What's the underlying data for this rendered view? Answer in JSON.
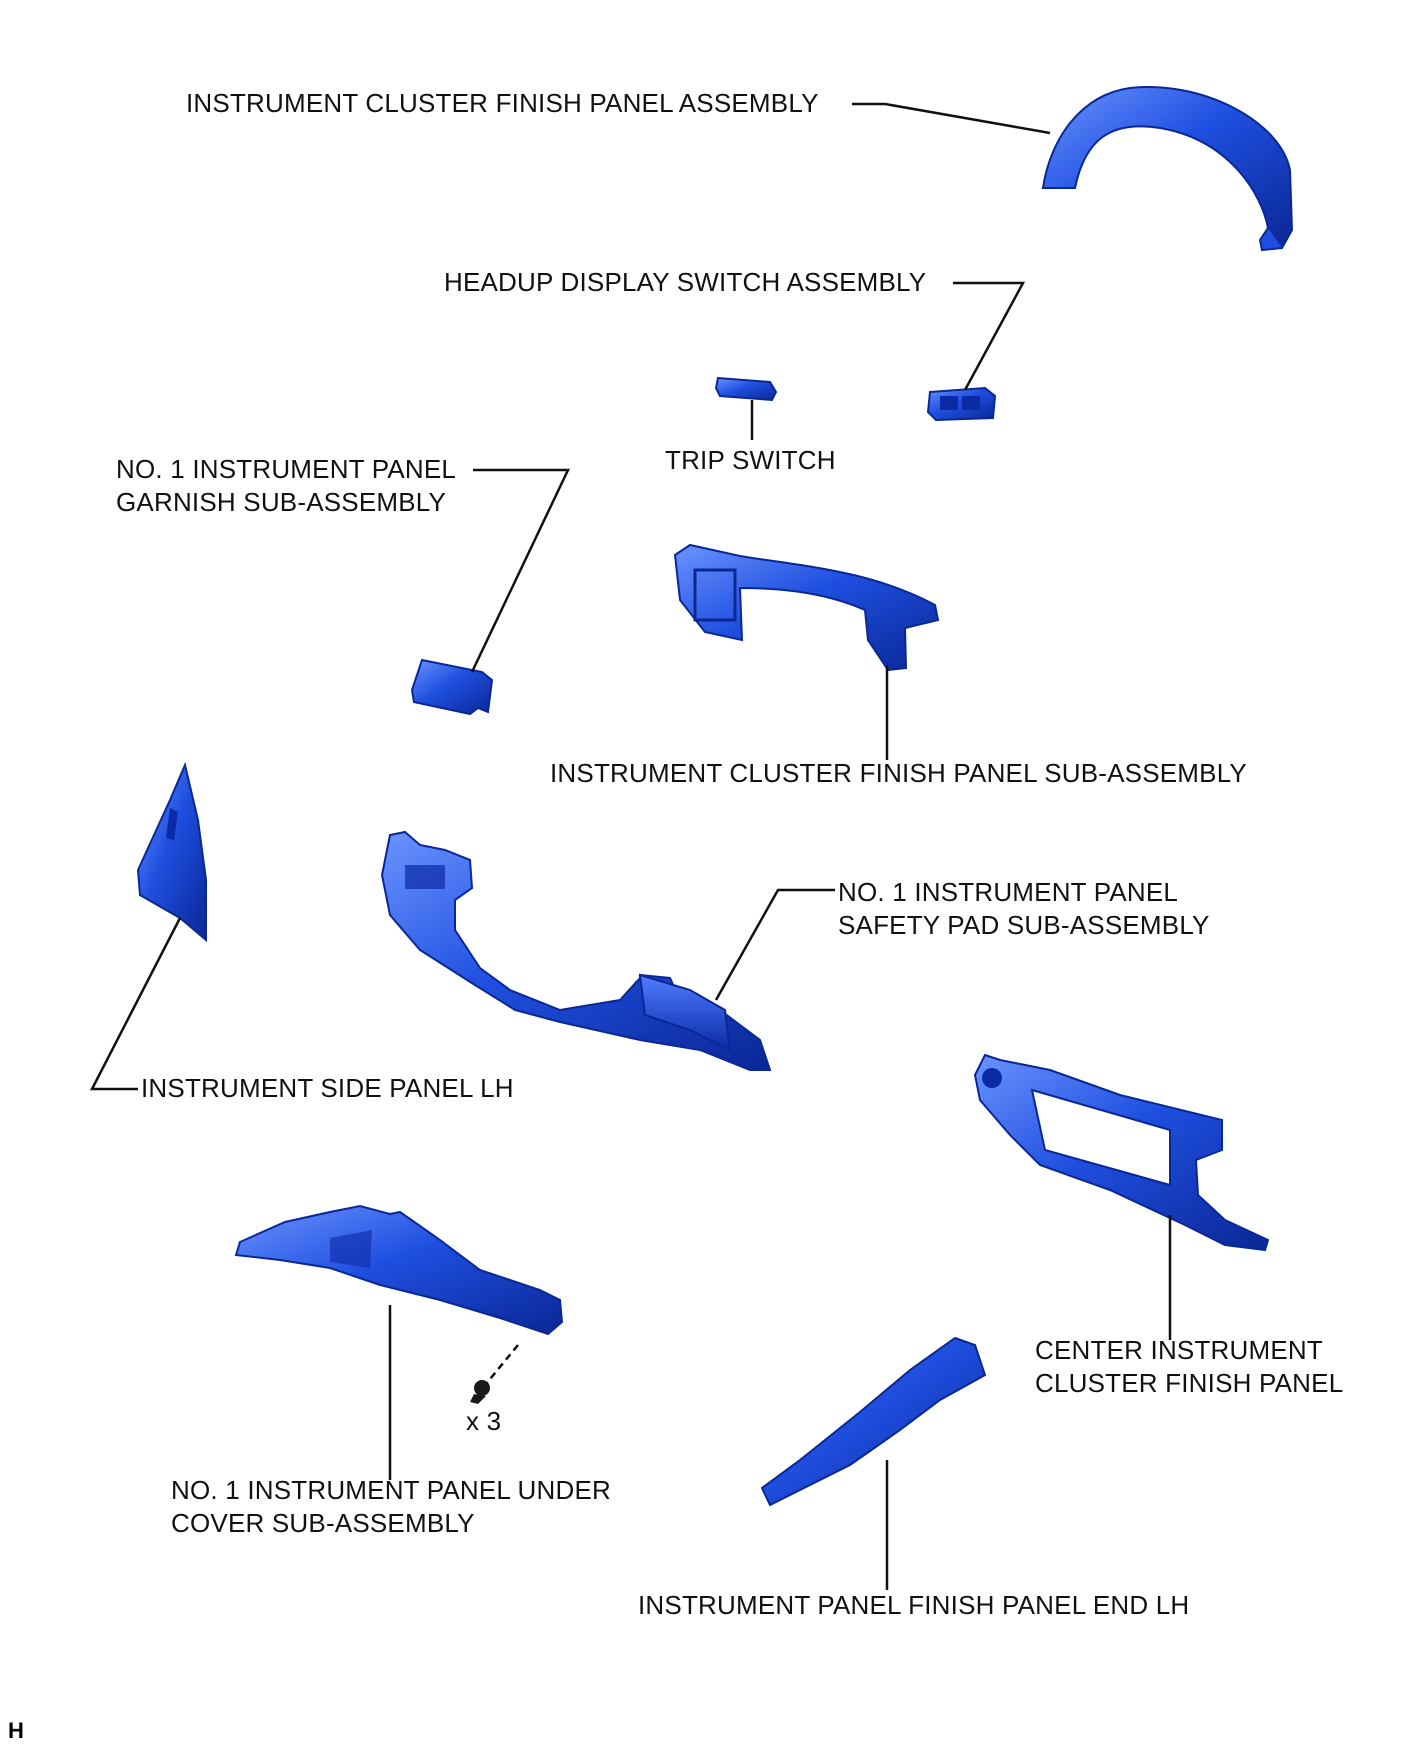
{
  "labels": {
    "cluster_finish_panel_assembly": "INSTRUMENT CLUSTER FINISH PANEL ASSEMBLY",
    "headup_display_switch": "HEADUP DISPLAY SWITCH ASSEMBLY",
    "trip_switch": "TRIP SWITCH",
    "garnish": [
      "NO. 1 INSTRUMENT PANEL",
      "GARNISH SUB-ASSEMBLY"
    ],
    "cluster_finish_panel_sub": "INSTRUMENT CLUSTER FINISH PANEL SUB-ASSEMBLY",
    "safety_pad": [
      "NO. 1 INSTRUMENT PANEL",
      "SAFETY PAD SUB-ASSEMBLY"
    ],
    "side_panel_lh": "INSTRUMENT SIDE PANEL LH",
    "center_cluster": [
      "CENTER INSTRUMENT",
      "CLUSTER FINISH PANEL"
    ],
    "under_cover": [
      "NO. 1 INSTRUMENT PANEL UNDER",
      "COVER SUB-ASSEMBLY"
    ],
    "finish_panel_end": "INSTRUMENT PANEL FINISH PANEL END LH",
    "screw_qty": "x 3",
    "corner_mark": "H"
  },
  "colors": {
    "part_fill": "#1f4fe0",
    "part_dark": "#0b2aa6",
    "part_light": "#5f8bff",
    "leader": "#111111"
  }
}
